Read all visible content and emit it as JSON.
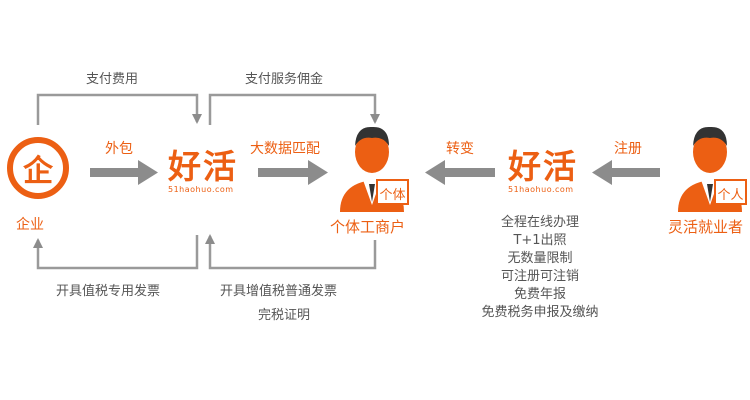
{
  "colors": {
    "accent": "#ec5f13",
    "arrow": "#8c8c8c",
    "text": "#555555"
  },
  "nodes": {
    "enterprise": {
      "icon_char": "企",
      "label": "企业"
    },
    "platform_left": {
      "logo": "好活",
      "domain": "51haohuo.com"
    },
    "merchant": {
      "badge": "个体",
      "label": "个体工商户"
    },
    "platform_right": {
      "logo": "好活",
      "domain": "51haohuo.com"
    },
    "freelancer": {
      "badge": "个人",
      "label": "灵活就业者"
    }
  },
  "flows": {
    "pay_fee": "支付费用",
    "pay_service_commission": "支付服务佣金",
    "outsource": "外包",
    "big_data_match": "大数据匹配",
    "transform": "转变",
    "register": "注册",
    "special_invoice": "开具值税专用发票",
    "ordinary_invoice": "开具增值税普通发票",
    "tax_certificate": "完税证明"
  },
  "services": [
    "全程在线办理",
    "T+1出照",
    "无数量限制",
    "可注册可注销",
    "免费年报",
    "免费税务申报及缴纳"
  ]
}
